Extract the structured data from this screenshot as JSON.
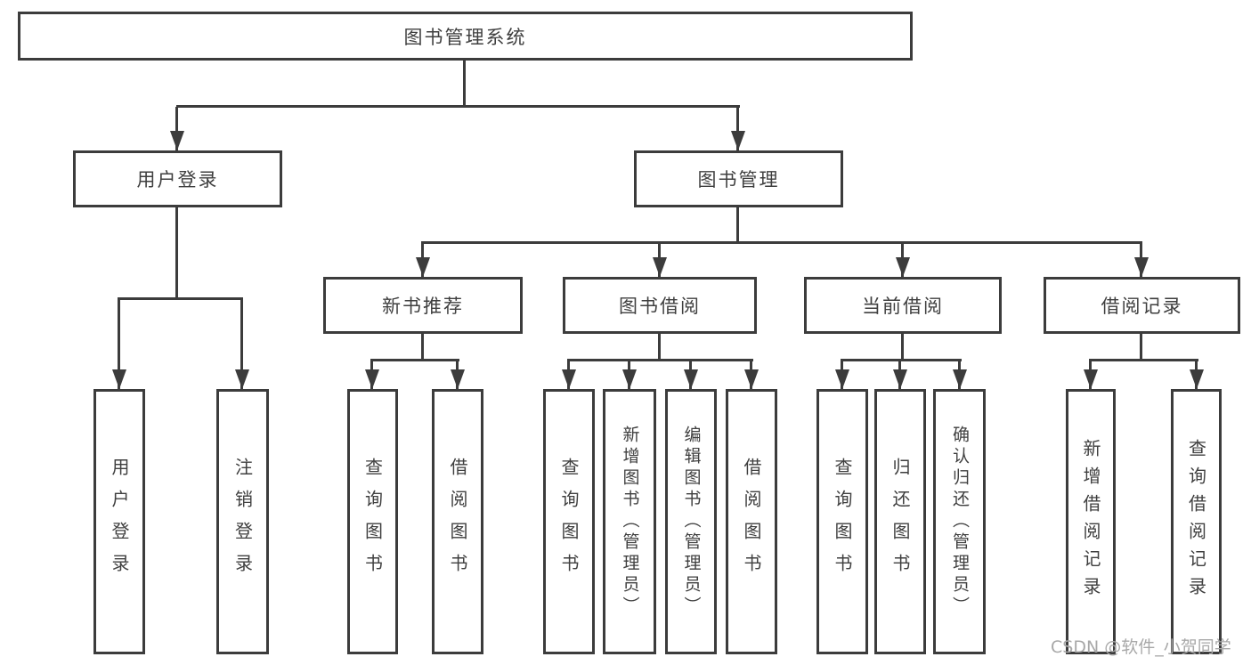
{
  "root": {
    "label": "图书管理系统"
  },
  "level2": [
    {
      "label": "用户登录"
    },
    {
      "label": "图书管理"
    }
  ],
  "level3": [
    {
      "label": "新书推荐"
    },
    {
      "label": "图书借阅"
    },
    {
      "label": "当前借阅"
    },
    {
      "label": "借阅记录"
    }
  ],
  "leaves": {
    "user_login": [
      "用户登录",
      "注销登录"
    ],
    "new_books": [
      "查询图书",
      "借阅图书"
    ],
    "book_borrow": [
      "查询图书",
      "新增图书（管理员）",
      "编辑图书（管理员）",
      "借阅图书"
    ],
    "current_borrow": [
      "查询图书",
      "归还图书",
      "确认归还（管理员）"
    ],
    "borrow_records": [
      "新增借阅记录",
      "查询借阅记录"
    ]
  },
  "watermark": "CSDN @软件_小贺同学",
  "colors": {
    "line": "#3c3c3c",
    "text": "#3f3f3f",
    "watermark": "#a8a8a8",
    "background": "#ffffff"
  }
}
